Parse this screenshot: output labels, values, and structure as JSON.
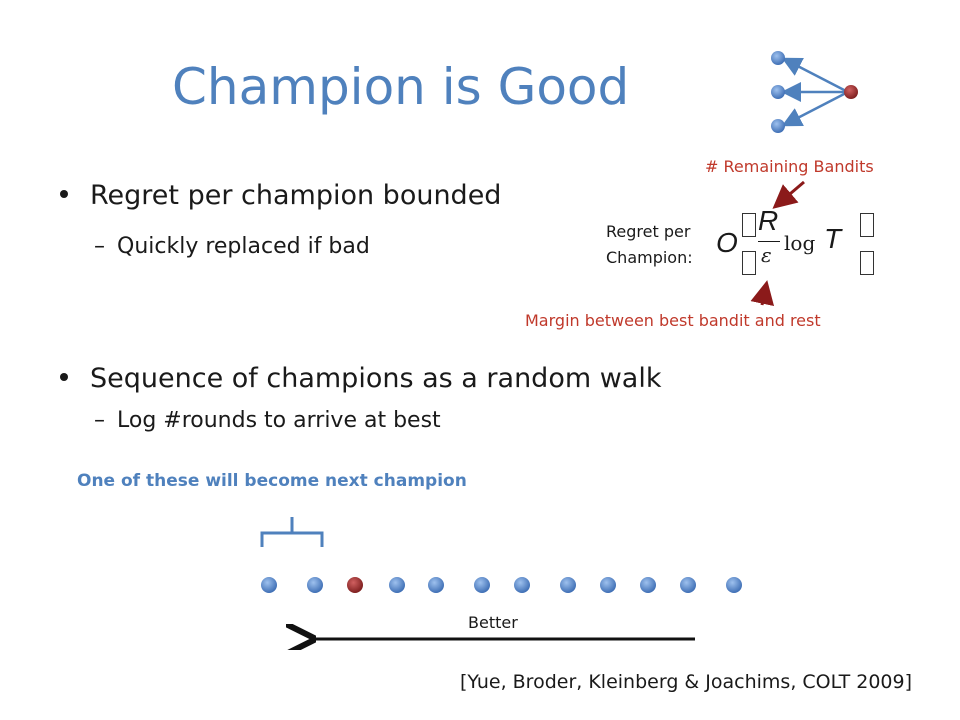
{
  "slide": {
    "title": "Champion is Good",
    "bullets": [
      {
        "text": "Regret per champion bounded",
        "sub": "Quickly replaced if bad"
      },
      {
        "text": "Sequence of champions as a random walk",
        "sub": "Log #rounds to arrive at best"
      }
    ]
  },
  "formula": {
    "label_line1": "Regret per",
    "label_line2": "Champion:",
    "O": "O",
    "R": "R",
    "eps": "ε",
    "log": "log",
    "T": "T",
    "remaining_note": "# Remaining Bandits",
    "margin_note": "Margin between best bandit and rest"
  },
  "walk": {
    "next_note": "One of these will become next champion",
    "better_label": "Better",
    "champion_index": 2,
    "dot_count": 12
  },
  "citation": "[Yue, Broder, Kleinberg & Joachims, COLT 2009]",
  "colors": {
    "title": "#4f81bd",
    "bandit": "#4f81bd",
    "champion": "#a52a2a",
    "annotation": "#c0392b"
  }
}
